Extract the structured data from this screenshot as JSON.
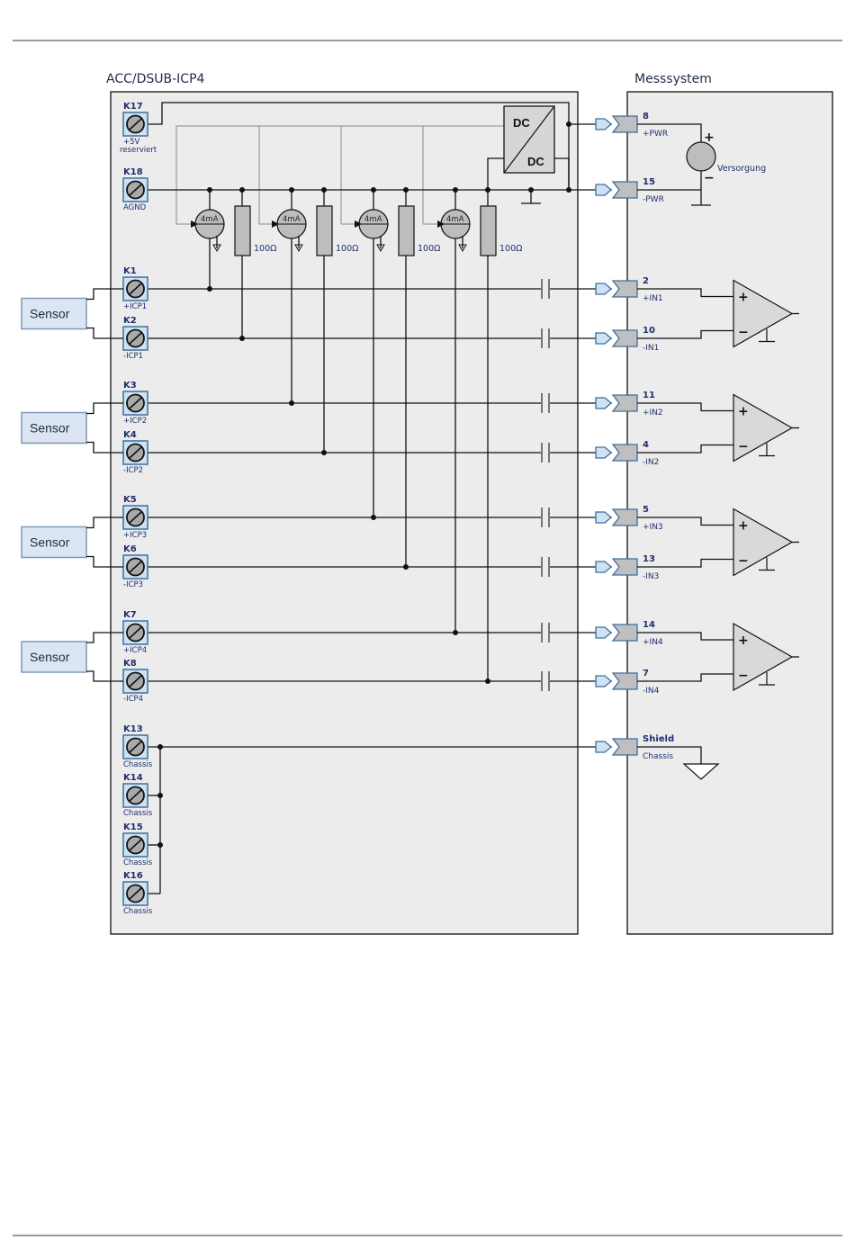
{
  "left_block": {
    "title": "ACC/DSUB-ICP4"
  },
  "right_block": {
    "title": "Messsystem"
  },
  "terminals": [
    {
      "id": "K17",
      "sub": "+5V",
      "sub2": "reserviert"
    },
    {
      "id": "K18",
      "sub": "AGND",
      "sub2": ""
    },
    {
      "id": "K1",
      "sub": "+ICP1",
      "sub2": ""
    },
    {
      "id": "K2",
      "sub": "-ICP1",
      "sub2": ""
    },
    {
      "id": "K3",
      "sub": "+ICP2",
      "sub2": ""
    },
    {
      "id": "K4",
      "sub": "-ICP2",
      "sub2": ""
    },
    {
      "id": "K5",
      "sub": "+ICP3",
      "sub2": ""
    },
    {
      "id": "K6",
      "sub": "-ICP3",
      "sub2": ""
    },
    {
      "id": "K7",
      "sub": "+ICP4",
      "sub2": ""
    },
    {
      "id": "K8",
      "sub": "-ICP4",
      "sub2": ""
    },
    {
      "id": "K13",
      "sub": "Chassis",
      "sub2": ""
    },
    {
      "id": "K14",
      "sub": "Chassis",
      "sub2": ""
    },
    {
      "id": "K15",
      "sub": "Chassis",
      "sub2": ""
    },
    {
      "id": "K16",
      "sub": "Chassis",
      "sub2": ""
    }
  ],
  "pins": [
    {
      "num": "8",
      "label": "+PWR"
    },
    {
      "num": "15",
      "label": "-PWR"
    },
    {
      "num": "2",
      "label": "+IN1"
    },
    {
      "num": "10",
      "label": "-IN1"
    },
    {
      "num": "11",
      "label": "+IN2"
    },
    {
      "num": "4",
      "label": "-IN2"
    },
    {
      "num": "5",
      "label": "+IN3"
    },
    {
      "num": "13",
      "label": "-IN3"
    },
    {
      "num": "14",
      "label": "+IN4"
    },
    {
      "num": "7",
      "label": "-IN4"
    },
    {
      "num": "Shield",
      "label": "Chassis"
    }
  ],
  "sensor_label": "Sensor",
  "dc_top": "DC",
  "dc_bottom": "DC",
  "current_source_label": "4mA",
  "resistor_label": "100Ω",
  "supply_label": "Versorgung",
  "plus_sign": "+",
  "minus_sign": "−"
}
